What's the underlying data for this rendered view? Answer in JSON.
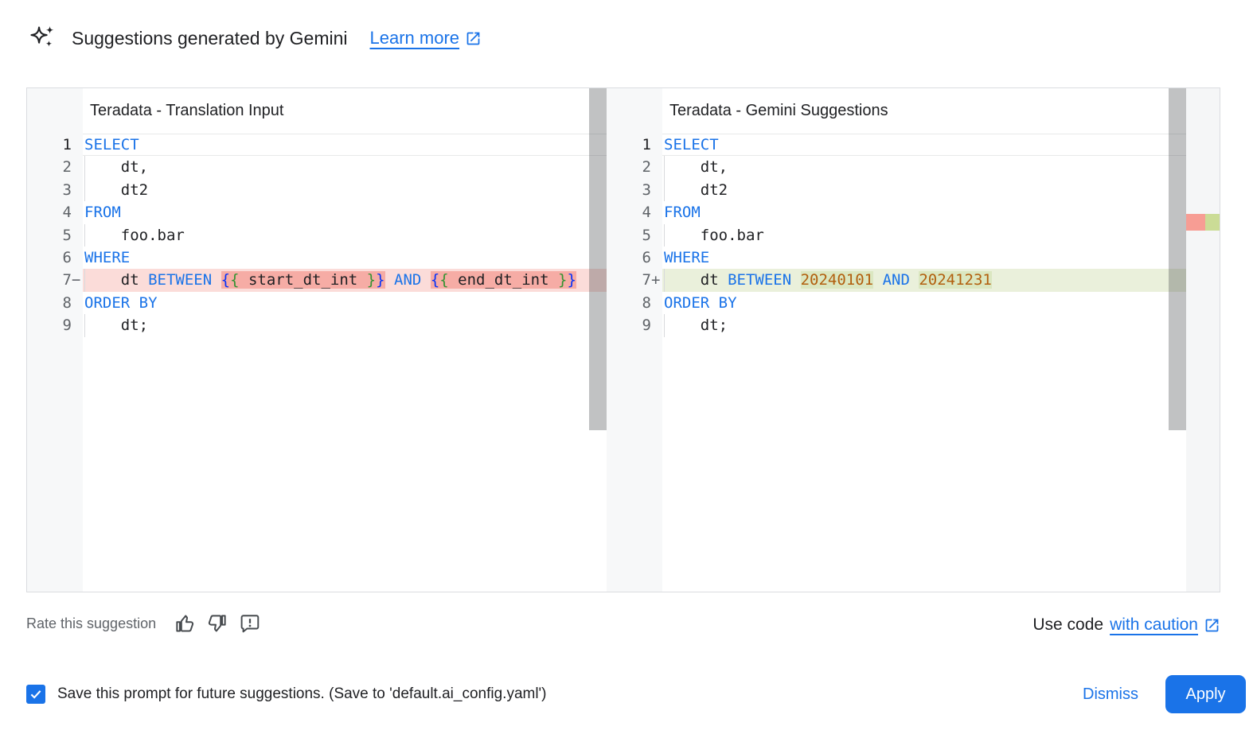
{
  "header": {
    "title": "Suggestions generated by Gemini",
    "learn_more": "Learn more"
  },
  "panels": [
    {
      "title": "Teradata - Translation Input",
      "lines": [
        {
          "n": "1",
          "active": true,
          "tokens": [
            {
              "t": "SELECT",
              "c": "kw"
            }
          ]
        },
        {
          "n": "2",
          "indent": true,
          "tokens": [
            {
              "t": "    dt,",
              "c": "id"
            }
          ]
        },
        {
          "n": "3",
          "indent": true,
          "tokens": [
            {
              "t": "    dt2",
              "c": "id"
            }
          ]
        },
        {
          "n": "4",
          "tokens": [
            {
              "t": "FROM",
              "c": "kw"
            }
          ]
        },
        {
          "n": "5",
          "indent": true,
          "tokens": [
            {
              "t": "    foo.bar",
              "c": "id"
            }
          ]
        },
        {
          "n": "6",
          "tokens": [
            {
              "t": "WHERE",
              "c": "kw"
            }
          ]
        },
        {
          "n": "7",
          "sign": "−",
          "diff": "removed",
          "indent": true,
          "tokens": [
            {
              "t": "    dt ",
              "c": "id"
            },
            {
              "t": "BETWEEN",
              "c": "kw"
            },
            {
              "t": " ",
              "c": "id"
            },
            {
              "t": "{",
              "c": "brb",
              "hl": true
            },
            {
              "t": "{",
              "c": "brg",
              "hl": true
            },
            {
              "t": " start_dt_int ",
              "c": "id",
              "hl": true
            },
            {
              "t": "}",
              "c": "brg",
              "hl": true
            },
            {
              "t": "}",
              "c": "brb",
              "hl": true
            },
            {
              "t": " ",
              "c": "id"
            },
            {
              "t": "AND",
              "c": "kw"
            },
            {
              "t": " ",
              "c": "id"
            },
            {
              "t": "{",
              "c": "brb",
              "hl": true
            },
            {
              "t": "{",
              "c": "brg",
              "hl": true
            },
            {
              "t": " end_dt_int ",
              "c": "id",
              "hl": true
            },
            {
              "t": "}",
              "c": "brg",
              "hl": true
            },
            {
              "t": "}",
              "c": "brb",
              "hl": true
            }
          ]
        },
        {
          "n": "8",
          "tokens": [
            {
              "t": "ORDER BY",
              "c": "kw"
            }
          ]
        },
        {
          "n": "9",
          "indent": true,
          "tokens": [
            {
              "t": "    dt;",
              "c": "id"
            }
          ]
        }
      ]
    },
    {
      "title": "Teradata - Gemini Suggestions",
      "lines": [
        {
          "n": "1",
          "active": true,
          "tokens": [
            {
              "t": "SELECT",
              "c": "kw"
            }
          ]
        },
        {
          "n": "2",
          "indent": true,
          "tokens": [
            {
              "t": "    dt,",
              "c": "id"
            }
          ]
        },
        {
          "n": "3",
          "indent": true,
          "tokens": [
            {
              "t": "    dt2",
              "c": "id"
            }
          ]
        },
        {
          "n": "4",
          "tokens": [
            {
              "t": "FROM",
              "c": "kw"
            }
          ]
        },
        {
          "n": "5",
          "indent": true,
          "tokens": [
            {
              "t": "    foo.bar",
              "c": "id"
            }
          ]
        },
        {
          "n": "6",
          "tokens": [
            {
              "t": "WHERE",
              "c": "kw"
            }
          ]
        },
        {
          "n": "7",
          "sign": "+",
          "diff": "added",
          "indent": true,
          "tokens": [
            {
              "t": "    dt ",
              "c": "id"
            },
            {
              "t": "BETWEEN",
              "c": "kw"
            },
            {
              "t": " ",
              "c": "id"
            },
            {
              "t": "20240101",
              "c": "num",
              "hl": true
            },
            {
              "t": " ",
              "c": "id"
            },
            {
              "t": "AND",
              "c": "kw"
            },
            {
              "t": " ",
              "c": "id"
            },
            {
              "t": "20241231",
              "c": "num",
              "hl": true
            }
          ]
        },
        {
          "n": "8",
          "tokens": [
            {
              "t": "ORDER BY",
              "c": "kw"
            }
          ]
        },
        {
          "n": "9",
          "indent": true,
          "tokens": [
            {
              "t": "    dt;",
              "c": "id"
            }
          ]
        }
      ]
    }
  ],
  "code_colors": {
    "kw": "#1a73e8",
    "id": "#202124",
    "brb": "#0431fa",
    "brg": "#319331",
    "num": "#b25f0e"
  },
  "colors": {
    "accent_blue": "#1a73e8",
    "removed_line_bg": "#fbdcd9",
    "removed_inline_bg": "#f6aca5",
    "added_line_bg": "#eaf0db",
    "added_inline_bg": "#dbe7c1",
    "ruler_removed": "#f79d94",
    "ruler_added": "#cbdc96",
    "gutter_bg": "#f7f8f9",
    "muted_text": "#5f6368"
  },
  "icons": {
    "header": "gemini-sparkle-icon",
    "learn_more": "open-in-new-icon",
    "rate": [
      "thumb-up-icon",
      "thumb-down-icon",
      "feedback-icon"
    ],
    "use_code": "open-in-new-icon",
    "checkbox": "checkmark-icon"
  },
  "footer": {
    "rate_label": "Rate this suggestion",
    "use_code_prefix": "Use code",
    "use_code_link": "with caution"
  },
  "bottom_bar": {
    "save_label": "Save this prompt for future suggestions. (Save to 'default.ai_config.yaml')",
    "checkbox_checked": true,
    "dismiss_label": "Dismiss",
    "apply_label": "Apply"
  }
}
